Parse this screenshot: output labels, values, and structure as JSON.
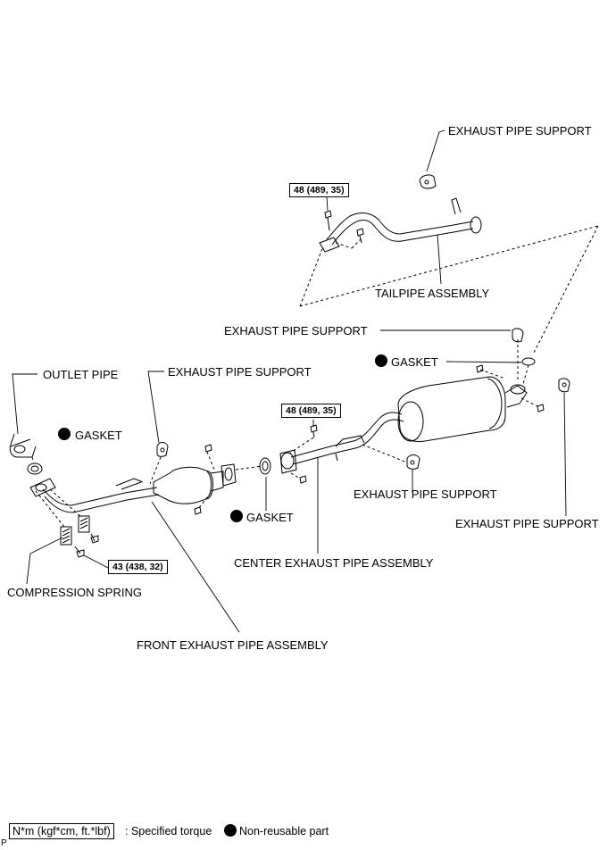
{
  "labels": {
    "exhaust_pipe_support_top": "EXHAUST PIPE SUPPORT",
    "tailpipe_assembly": "TAILPIPE ASSEMBLY",
    "exhaust_pipe_support_mid": "EXHAUST PIPE SUPPORT",
    "gasket_rear": "GASKET",
    "outlet_pipe": "OUTLET PIPE",
    "exhaust_pipe_support_front": "EXHAUST PIPE SUPPORT",
    "gasket_front": "GASKET",
    "gasket_center": "GASKET",
    "exhaust_pipe_support_center": "EXHAUST PIPE SUPPORT",
    "exhaust_pipe_support_rear": "EXHAUST PIPE SUPPORT",
    "center_exhaust_pipe_assembly": "CENTER EXHAUST PIPE ASSEMBLY",
    "compression_spring": "COMPRESSION SPRING",
    "front_exhaust_pipe_assembly": "FRONT EXHAUST PIPE ASSEMBLY"
  },
  "torques": {
    "tailpipe": "48 (489, 35)",
    "center_pipe": "48 (489, 35)",
    "front_pipe": "43 (438, 32)"
  },
  "legend": {
    "torque_unit": "N*m (kgf*cm, ft.*lbf)",
    "torque_desc": ": Specified torque",
    "nonreusable_desc": "Non-reusable part"
  },
  "corner_mark": "P"
}
